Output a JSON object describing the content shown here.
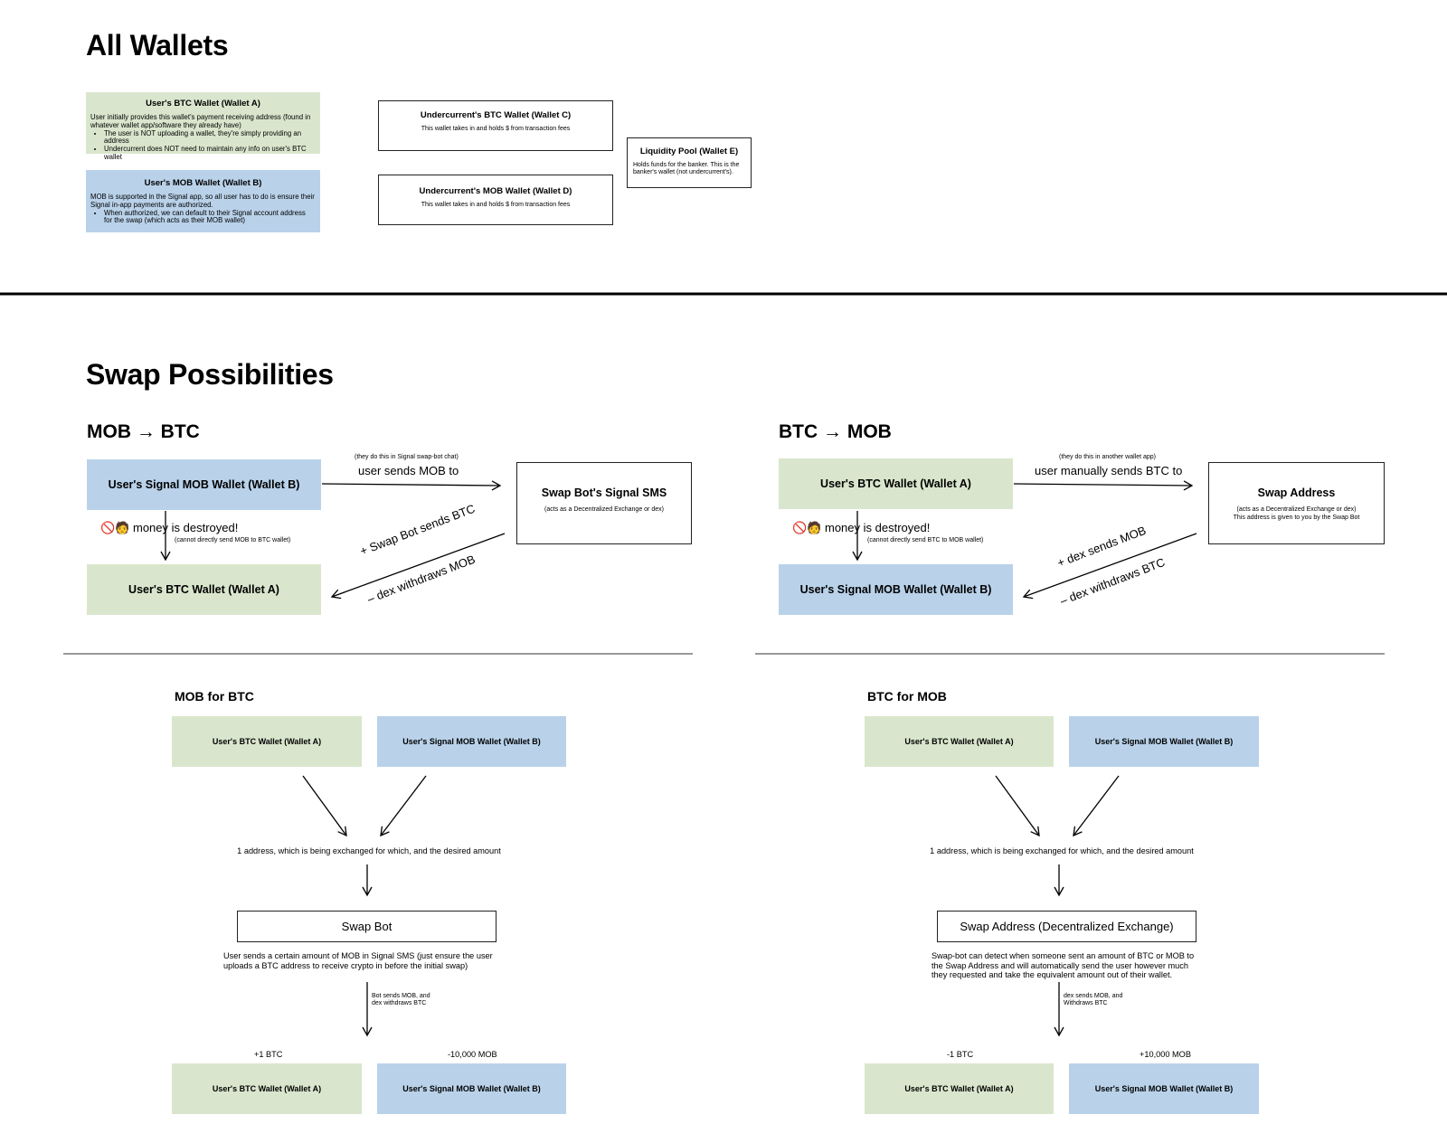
{
  "sections": {
    "all_wallets_title": "All Wallets",
    "swap_title": "Swap Possibilities"
  },
  "wallets": {
    "a": {
      "title": "User's BTC Wallet (Wallet A)",
      "desc": "User initially provides this wallet's payment receiving address (found in whatever wallet app/software they already have)",
      "bullets": [
        "The user is NOT uploading a wallet, they're simply providing an address",
        "Undercurrent does NOT need to maintain any info on user's BTC wallet"
      ]
    },
    "b": {
      "title": "User's MOB Wallet (Wallet B)",
      "desc": "MOB is supported in the Signal app, so all user has to do is ensure their Signal in-app payments are authorized.",
      "bullets": [
        "When authorized, we can default to their Signal account address for the swap (which acts as their MOB wallet)"
      ]
    },
    "c": {
      "title": "Undercurrent's BTC Wallet (Wallet C)",
      "desc": "This wallet takes in and holds $ from transaction fees"
    },
    "d": {
      "title": "Undercurrent's MOB Wallet (Wallet D)",
      "desc": "This wallet takes in and holds $ from transaction fees"
    },
    "e": {
      "title": "Liquidity Pool (Wallet E)",
      "desc": "Holds funds for the banker. This is the banker's wallet (not undercurrent's)."
    }
  },
  "mob_to_btc": {
    "heading": "MOB → BTC",
    "source": "User's Signal MOB Wallet (Wallet B)",
    "target": "User's BTC Wallet (Wallet A)",
    "note_small": "(they do this in Signal swap-bot chat)",
    "note_main": "user sends MOB to",
    "dest_title": "Swap Bot's Signal SMS",
    "dest_sub": "(acts as a Decentralized Exchange or dex)",
    "destroyed_icon": "🚫🧑",
    "destroyed": "money is destroyed!",
    "destroyed_sub": "(cannot directly send MOB to BTC wallet)",
    "diag1": "+ Swap Bot sends BTC",
    "diag2": "– dex withdraws MOB"
  },
  "btc_to_mob": {
    "heading": "BTC → MOB",
    "source": "User's BTC Wallet (Wallet A)",
    "target": "User's Signal MOB Wallet (Wallet B)",
    "note_small": "(they do this in another wallet app)",
    "note_main": "user manually sends BTC to",
    "dest_title": "Swap Address",
    "dest_sub": "(acts as a Decentralized Exchange or dex)",
    "dest_sub2": "This address is given to you by the Swap Bot",
    "destroyed_icon": "🚫🧑",
    "destroyed": "money is destroyed!",
    "destroyed_sub": "(cannot directly send BTC to MOB wallet)",
    "diag1": "+ dex sends MOB",
    "diag2": "– dex withdraws BTC"
  },
  "mob_for_btc": {
    "heading": "MOB for BTC",
    "w1": "User's BTC Wallet (Wallet A)",
    "w2": "User's Signal MOB Wallet (Wallet B)",
    "merge_text": "1 address, which is being exchanged for which, and the desired amount",
    "node": "Swap Bot",
    "node_desc": "User sends a certain amount of MOB in Signal SMS (just ensure the user uploads a BTC address to receive crypto in before the initial swap)",
    "arrow_label": "Bot sends MOB, and dex withdraws BTC",
    "delta1": "+1 BTC",
    "delta2": "-10,000 MOB",
    "w3": "User's BTC Wallet (Wallet A)",
    "w4": "User's Signal MOB Wallet (Wallet B)"
  },
  "btc_for_mob": {
    "heading": "BTC for MOB",
    "w1": "User's BTC Wallet (Wallet A)",
    "w2": "User's Signal MOB Wallet (Wallet B)",
    "merge_text": "1 address, which is being exchanged for which, and the desired amount",
    "node": "Swap Address (Decentralized Exchange)",
    "node_desc": "Swap-bot can detect when someone sent an amount of BTC or MOB to the Swap Address and will automatically send the user however much they requested and take the equivalent amount out of their wallet.",
    "arrow_label": "dex sends MOB, and Withdraws BTC",
    "delta1": "-1 BTC",
    "delta2": "+10,000 MOB",
    "w3": "User's BTC Wallet (Wallet A)",
    "w4": "User's Signal MOB Wallet (Wallet B)"
  },
  "colors": {
    "green": "#d9e6cd",
    "blue": "#b9d2ea"
  }
}
